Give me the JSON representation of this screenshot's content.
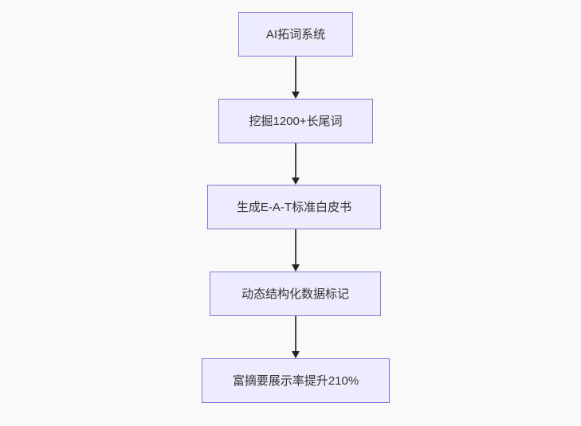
{
  "diagram": {
    "type": "flowchart-vertical",
    "nodes": [
      {
        "id": "n1",
        "label": "AI拓词系统"
      },
      {
        "id": "n2",
        "label": "挖掘1200+长尾词"
      },
      {
        "id": "n3",
        "label": "生成E-A-T标准白皮书"
      },
      {
        "id": "n4",
        "label": "动态结构化数据标记"
      },
      {
        "id": "n5",
        "label": "富摘要展示率提升210%"
      }
    ],
    "edges": [
      {
        "from": "n1",
        "to": "n2",
        "direction": "down"
      },
      {
        "from": "n2",
        "to": "n3",
        "direction": "down"
      },
      {
        "from": "n3",
        "to": "n4",
        "direction": "down"
      },
      {
        "from": "n4",
        "to": "n5",
        "direction": "down"
      }
    ],
    "colors": {
      "background": "#f9f9f9",
      "node_fill": "#ececff",
      "node_border": "#9370db",
      "node_text": "#333333",
      "edge_line": "#333333",
      "edge_arrowhead": "#222222"
    }
  }
}
